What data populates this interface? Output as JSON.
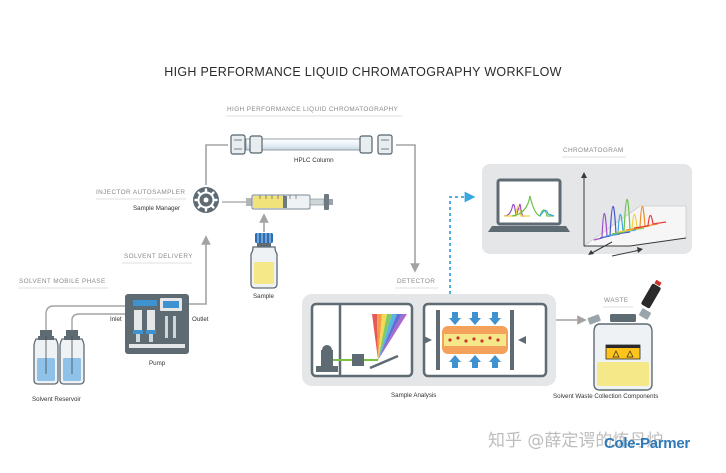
{
  "diagram": {
    "title": "HIGH PERFORMANCE LIQUID CHROMATOGRAPHY WORKFLOW",
    "sections": {
      "hplc": "HIGH PERFORMANCE LIQUID CHROMATOGRAPHY",
      "injector": "INJECTOR AUTOSAMPLER",
      "solvent_delivery": "SOLVENT DELIVERY",
      "mobile_phase": "SOLVENT MOBILE PHASE",
      "detector": "DETECTOR",
      "chromatogram": "CHROMATOGRAM",
      "waste": "WASTE"
    },
    "labels": {
      "column": "HPLC Column",
      "sample_manager": "Sample Manager",
      "sample": "Sample",
      "inlet": "Inlet",
      "outlet": "Outlet",
      "pump": "Pump",
      "reservoir": "Solvent Reservoir",
      "analysis": "Sample Analysis",
      "waste_components": "Solvent Waste Collection Components"
    }
  },
  "colors": {
    "line": "#a3a3a3",
    "frame": "#5f6b73",
    "light_frame": "#e4e6e8",
    "accent_blue": "#3d92cf",
    "dashed_arrow": "#3aa8e0",
    "solvent": "#8ec2e8",
    "sample_yellow": "#f5e889",
    "chamber_orange": "#f4a25b",
    "waste_label": "#ffc41a",
    "plug_red": "#c8372d"
  },
  "watermark": {
    "text": "知乎 @薛定谔的炼丹炉",
    "logo": "Cole-Parmer"
  }
}
